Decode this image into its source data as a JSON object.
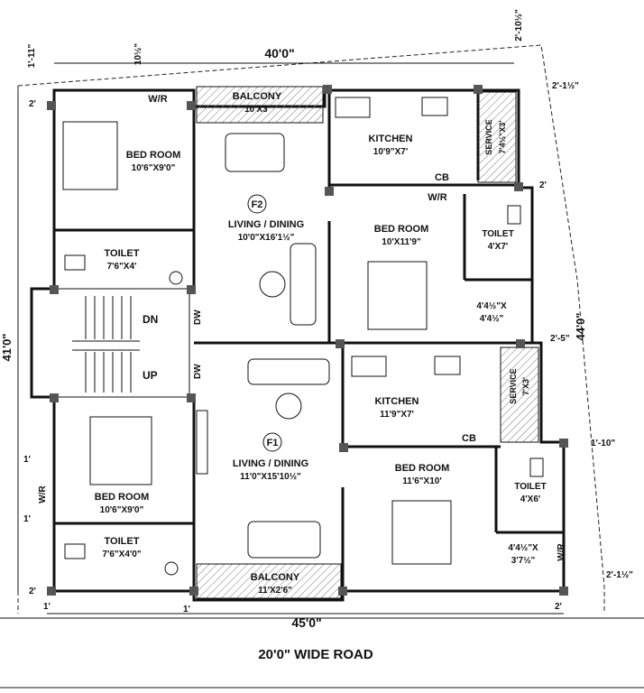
{
  "dimensions": {
    "top_width": "40'0\"",
    "bottom_width": "45'0\"",
    "left_height": "41'0\"",
    "right_height": "44'0\"",
    "top_left_a": "1'-11\"",
    "top_left_b": "10½\"",
    "top_right_a": "2'-10½\"",
    "top_right_b": "2'-1½\"",
    "left_2_top": "2'",
    "right_2_mid": "2'",
    "right_2_5": "2'-5\"",
    "right_1_10": "1'-10\"",
    "right_2_1_half": "2'-1½\"",
    "left_1_a": "1'",
    "left_1_b": "1'",
    "bottom_2_left": "2'",
    "bottom_1_left": "1'",
    "bottom_1_mid": "1'",
    "bottom_2_right": "2'"
  },
  "rooms_f2": {
    "flat_label": "F2",
    "wr_top": "W/R",
    "balcony": "BALCONY",
    "balcony_size": "10'X3'",
    "bedroom_left": "BED ROOM",
    "bedroom_left_size": "10'6\"X9'0\"",
    "toilet_left": "TOILET",
    "toilet_left_size": "7'6\"X4'",
    "living": "LIVING / DINING",
    "living_size": "10'0\"X16'1½\"",
    "kitchen": "KITCHEN",
    "kitchen_size": "10'9\"X7'",
    "service": "SERVICE",
    "service_size": "7'4½\"X3'",
    "cb": "CB",
    "wr_mid": "W/R",
    "bedroom_right": "BED ROOM",
    "bedroom_right_size": "10'X11'9\"",
    "toilet_right": "TOILET",
    "toilet_right_size": "4'X7'",
    "lobby_size_a": "4'4½\"X",
    "lobby_size_b": "4'4½\""
  },
  "stair": {
    "dn": "DN",
    "up": "UP",
    "dw1": "DW",
    "dw2": "DW"
  },
  "rooms_f1": {
    "flat_label": "F1",
    "kitchen": "KITCHEN",
    "kitchen_size": "11'9\"X7'",
    "service": "SERVICE",
    "service_size": "7'X3'",
    "cb": "CB",
    "living": "LIVING / DINING",
    "living_size": "11'0\"X15'10½\"",
    "bedroom_left": "BED ROOM",
    "bedroom_left_size": "10'6\"X9'0\"",
    "wr_left": "W/R",
    "toilet_left": "TOILET",
    "toilet_left_size": "7'6\"X4'0\"",
    "bedroom_right": "BED ROOM",
    "bedroom_right_size": "11'6\"X10'",
    "toilet_right": "TOILET",
    "toilet_right_size": "4'X6'",
    "lobby_size_a": "4'4½\"X",
    "lobby_size_b": "3'7½\"",
    "wr_right": "W/R",
    "balcony": "BALCONY",
    "balcony_size": "11'X2'6\""
  },
  "road": "20'0\" WIDE ROAD"
}
